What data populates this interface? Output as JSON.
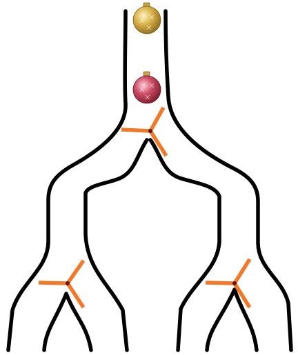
{
  "diagram": {
    "type": "galton-tube-splitter",
    "colors": {
      "wall": "#000000",
      "spinner": "#f07a2a",
      "spinner_hub": "#6b1208",
      "gold_ornament": "#d4a93a",
      "red_ornament": "#c9465d",
      "ornament_cap": "#c9a44a"
    },
    "ornaments": [
      {
        "name": "gold-ornament-icon",
        "color": "gold"
      },
      {
        "name": "red-ornament-icon",
        "color": "red"
      }
    ],
    "splitters": [
      {
        "name": "top-splitter",
        "arms": 3
      },
      {
        "name": "left-splitter",
        "arms": 3
      },
      {
        "name": "right-splitter",
        "arms": 3
      }
    ]
  }
}
